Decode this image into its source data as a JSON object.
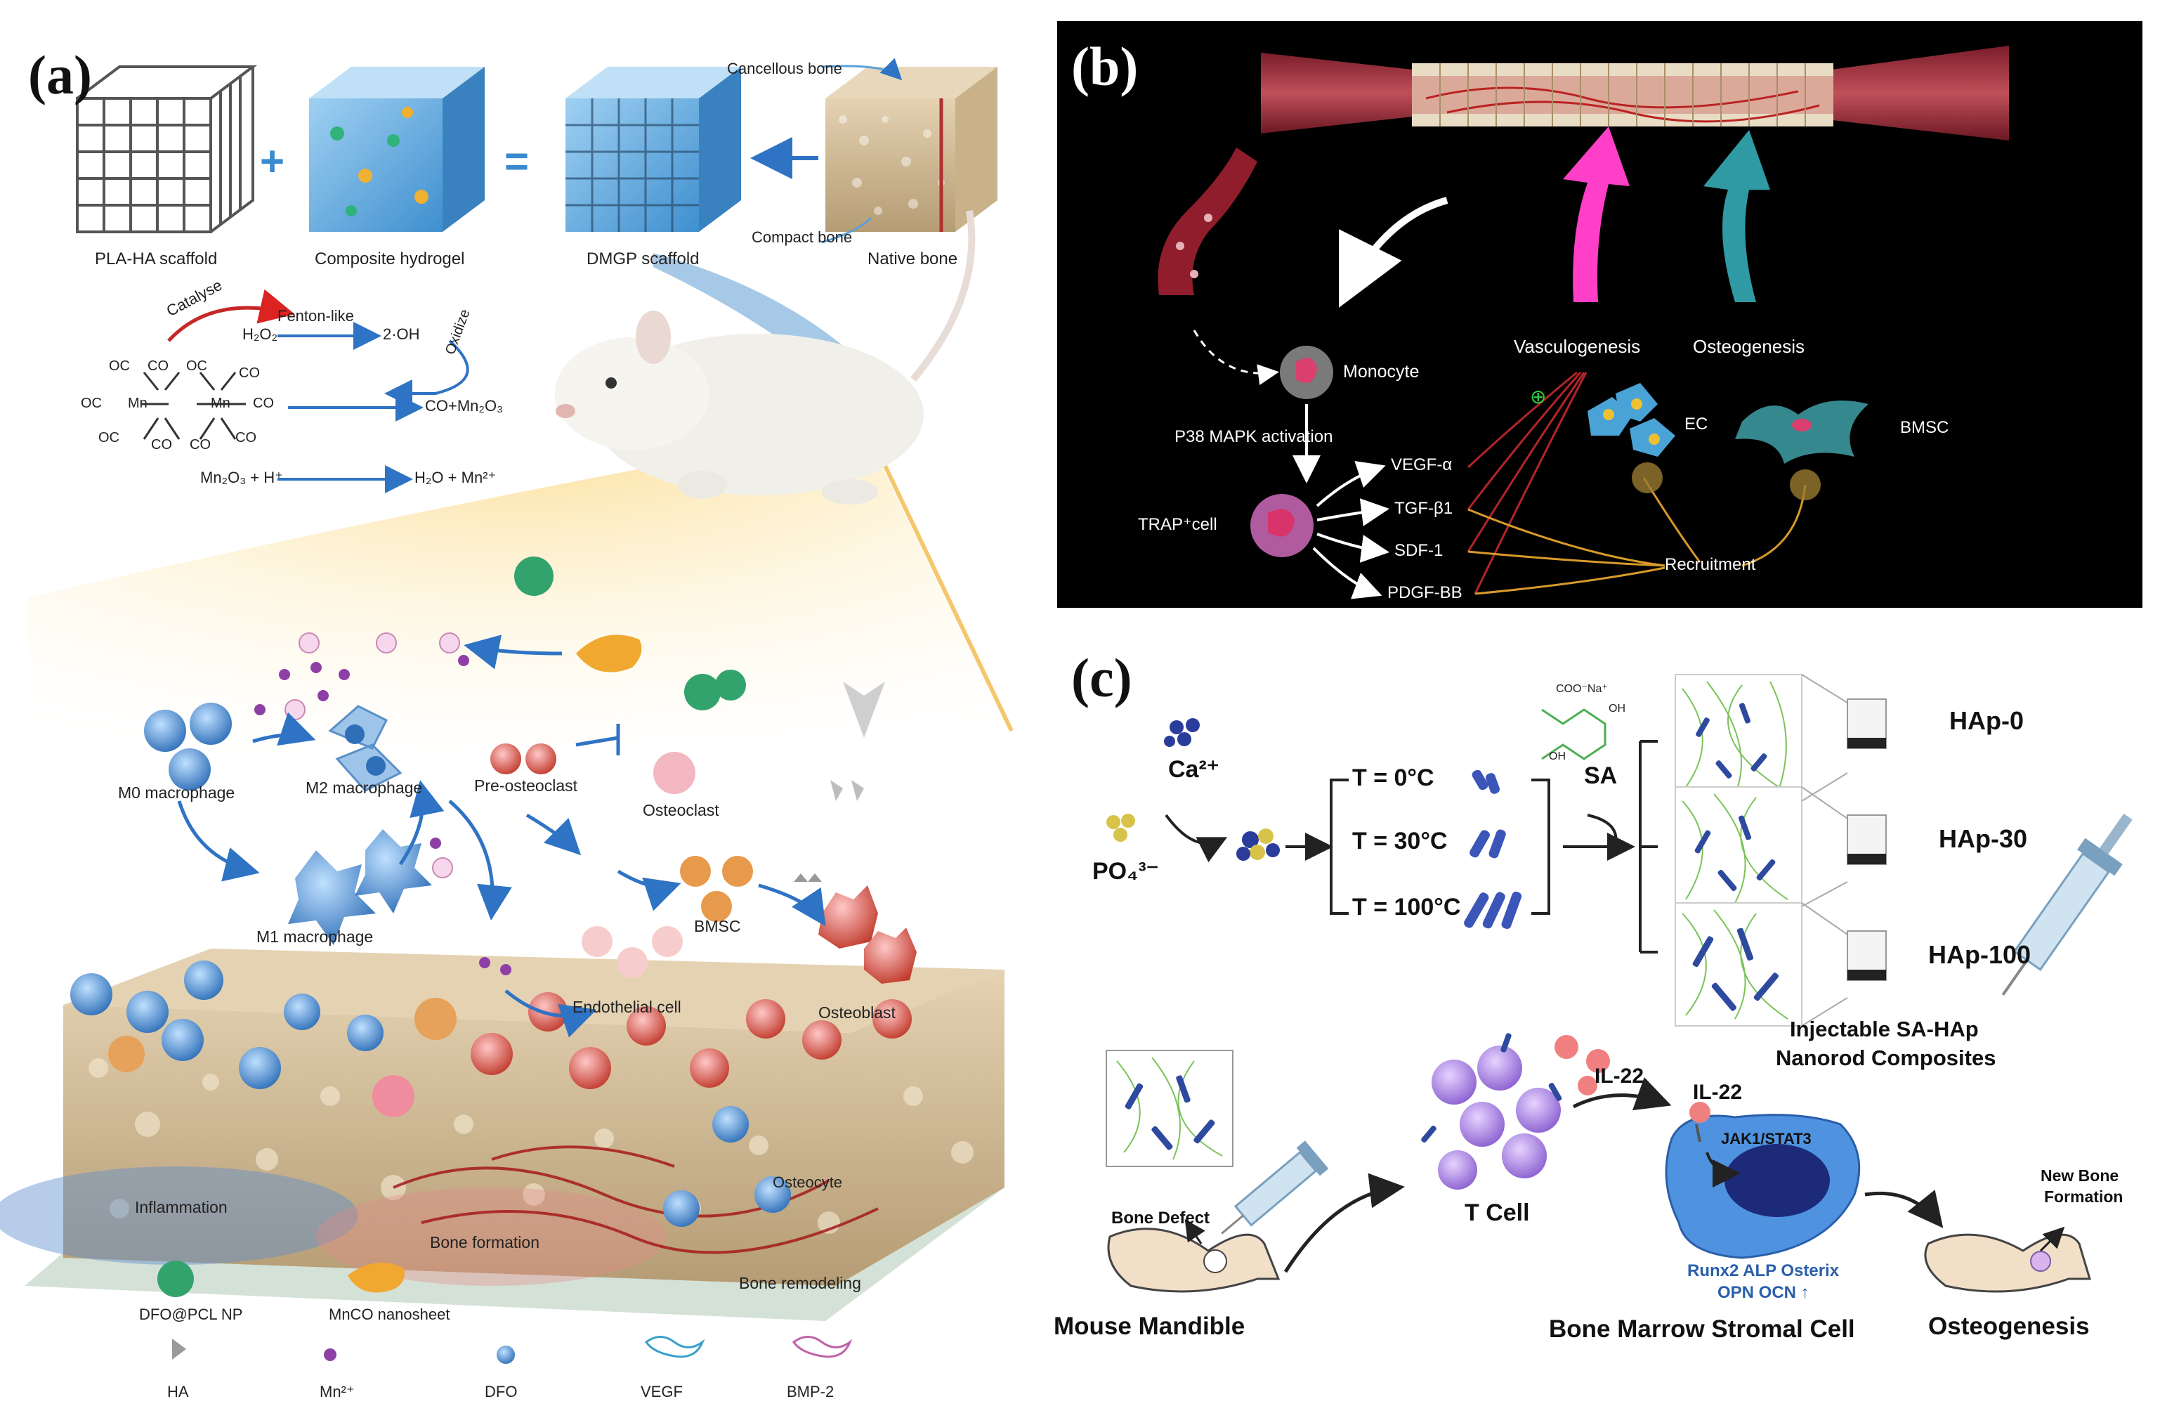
{
  "colors": {
    "panel_b_bg": "#000000",
    "hydrogel_blue": "#5ba8df",
    "bone_beige": "#d8c3a0",
    "vessel_red": "#c0392b",
    "arrow_blue": "#2f73c4",
    "magenta_arrow": "#ff3fc8",
    "teal_arrow": "#2f9aa3"
  },
  "panel_a": {
    "letter": "(a)",
    "top_row": {
      "plus": "+",
      "equals": "=",
      "pla_ha": "PLA-HA scaffold",
      "composite": "Composite hydrogel",
      "dmgp": "DMGP scaffold",
      "native": "Native bone",
      "cancellous": "Cancellous bone",
      "compact": "Compact bone"
    },
    "chemistry": {
      "catalyse": "Catalyse",
      "fenton": "Fenton-like",
      "h2o2": "H₂O₂",
      "oh": "2·OH",
      "oxidize": "Oxidize",
      "co_mn2o3": "CO+Mn₂O₃",
      "mn2o3_h": "Mn₂O₃ + H⁺",
      "h2o_mn": "H₂O + Mn²⁺",
      "oc": "OC",
      "co": "CO",
      "mn": "Mn"
    },
    "cells": {
      "m0": "M0 macrophage",
      "m2": "M2 macrophage",
      "m1": "M1 macrophage",
      "pre_osteoclast": "Pre-osteoclast",
      "osteoclast": "Osteoclast",
      "bmsc": "BMSC",
      "endothelial": "Endothelial cell",
      "osteoblast": "Osteoblast",
      "osteocyte": "Osteocyte"
    },
    "zones": {
      "inflammation": "Inflammation",
      "bone_formation": "Bone formation",
      "bone_remodeling": "Bone remodeling"
    },
    "legend": {
      "dfo_pcl": "DFO@PCL NP",
      "mnco": "MnCO nanosheet",
      "ha": "HA",
      "mn2": "Mn²⁺",
      "dfo": "DFO",
      "vegf": "VEGF",
      "bmp2": "BMP-2"
    }
  },
  "panel_b": {
    "letter": "(b)",
    "monocyte": "Monocyte",
    "p38": "P38 MAPK activation",
    "trap_cell": "TRAP⁺cell",
    "vegf_a": "VEGF-α",
    "tgf_b1": "TGF-β1",
    "sdf1": "SDF-1",
    "pdgf_bb": "PDGF-BB",
    "vasculogenesis": "Vasculogenesis",
    "osteogenesis": "Osteogenesis",
    "ec": "EC",
    "bmsc": "BMSC",
    "recruitment": "Recruitment",
    "plus_sign": "⊕"
  },
  "panel_c": {
    "letter": "(c)",
    "ca": "Ca²⁺",
    "po4": "PO₄³⁻",
    "t0": "T = 0°C",
    "t30": "T = 30°C",
    "t100": "T = 100°C",
    "sa": "SA",
    "sa_formula_top": "COO⁻Na⁺",
    "sa_oh1": "OH",
    "sa_oh2": "OH",
    "hap0": "HAp-0",
    "hap30": "HAp-30",
    "hap100": "HAp-100",
    "injectable_1": "Injectable SA-HAp",
    "injectable_2": "Nanorod Composites",
    "bone_defect": "Bone Defect",
    "mouse_mandible": "Mouse Mandible",
    "t_cell": "T Cell",
    "il22_a": "IL-22",
    "il22_b": "IL-22",
    "jak": "JAK1/STAT3",
    "runx": "Runx2 ALP Osterix",
    "opn": "OPN OCN ↑",
    "bmsc_full": "Bone Marrow Stromal Cell",
    "new_bone_1": "New Bone",
    "new_bone_2": "Formation",
    "osteogenesis": "Osteogenesis"
  }
}
